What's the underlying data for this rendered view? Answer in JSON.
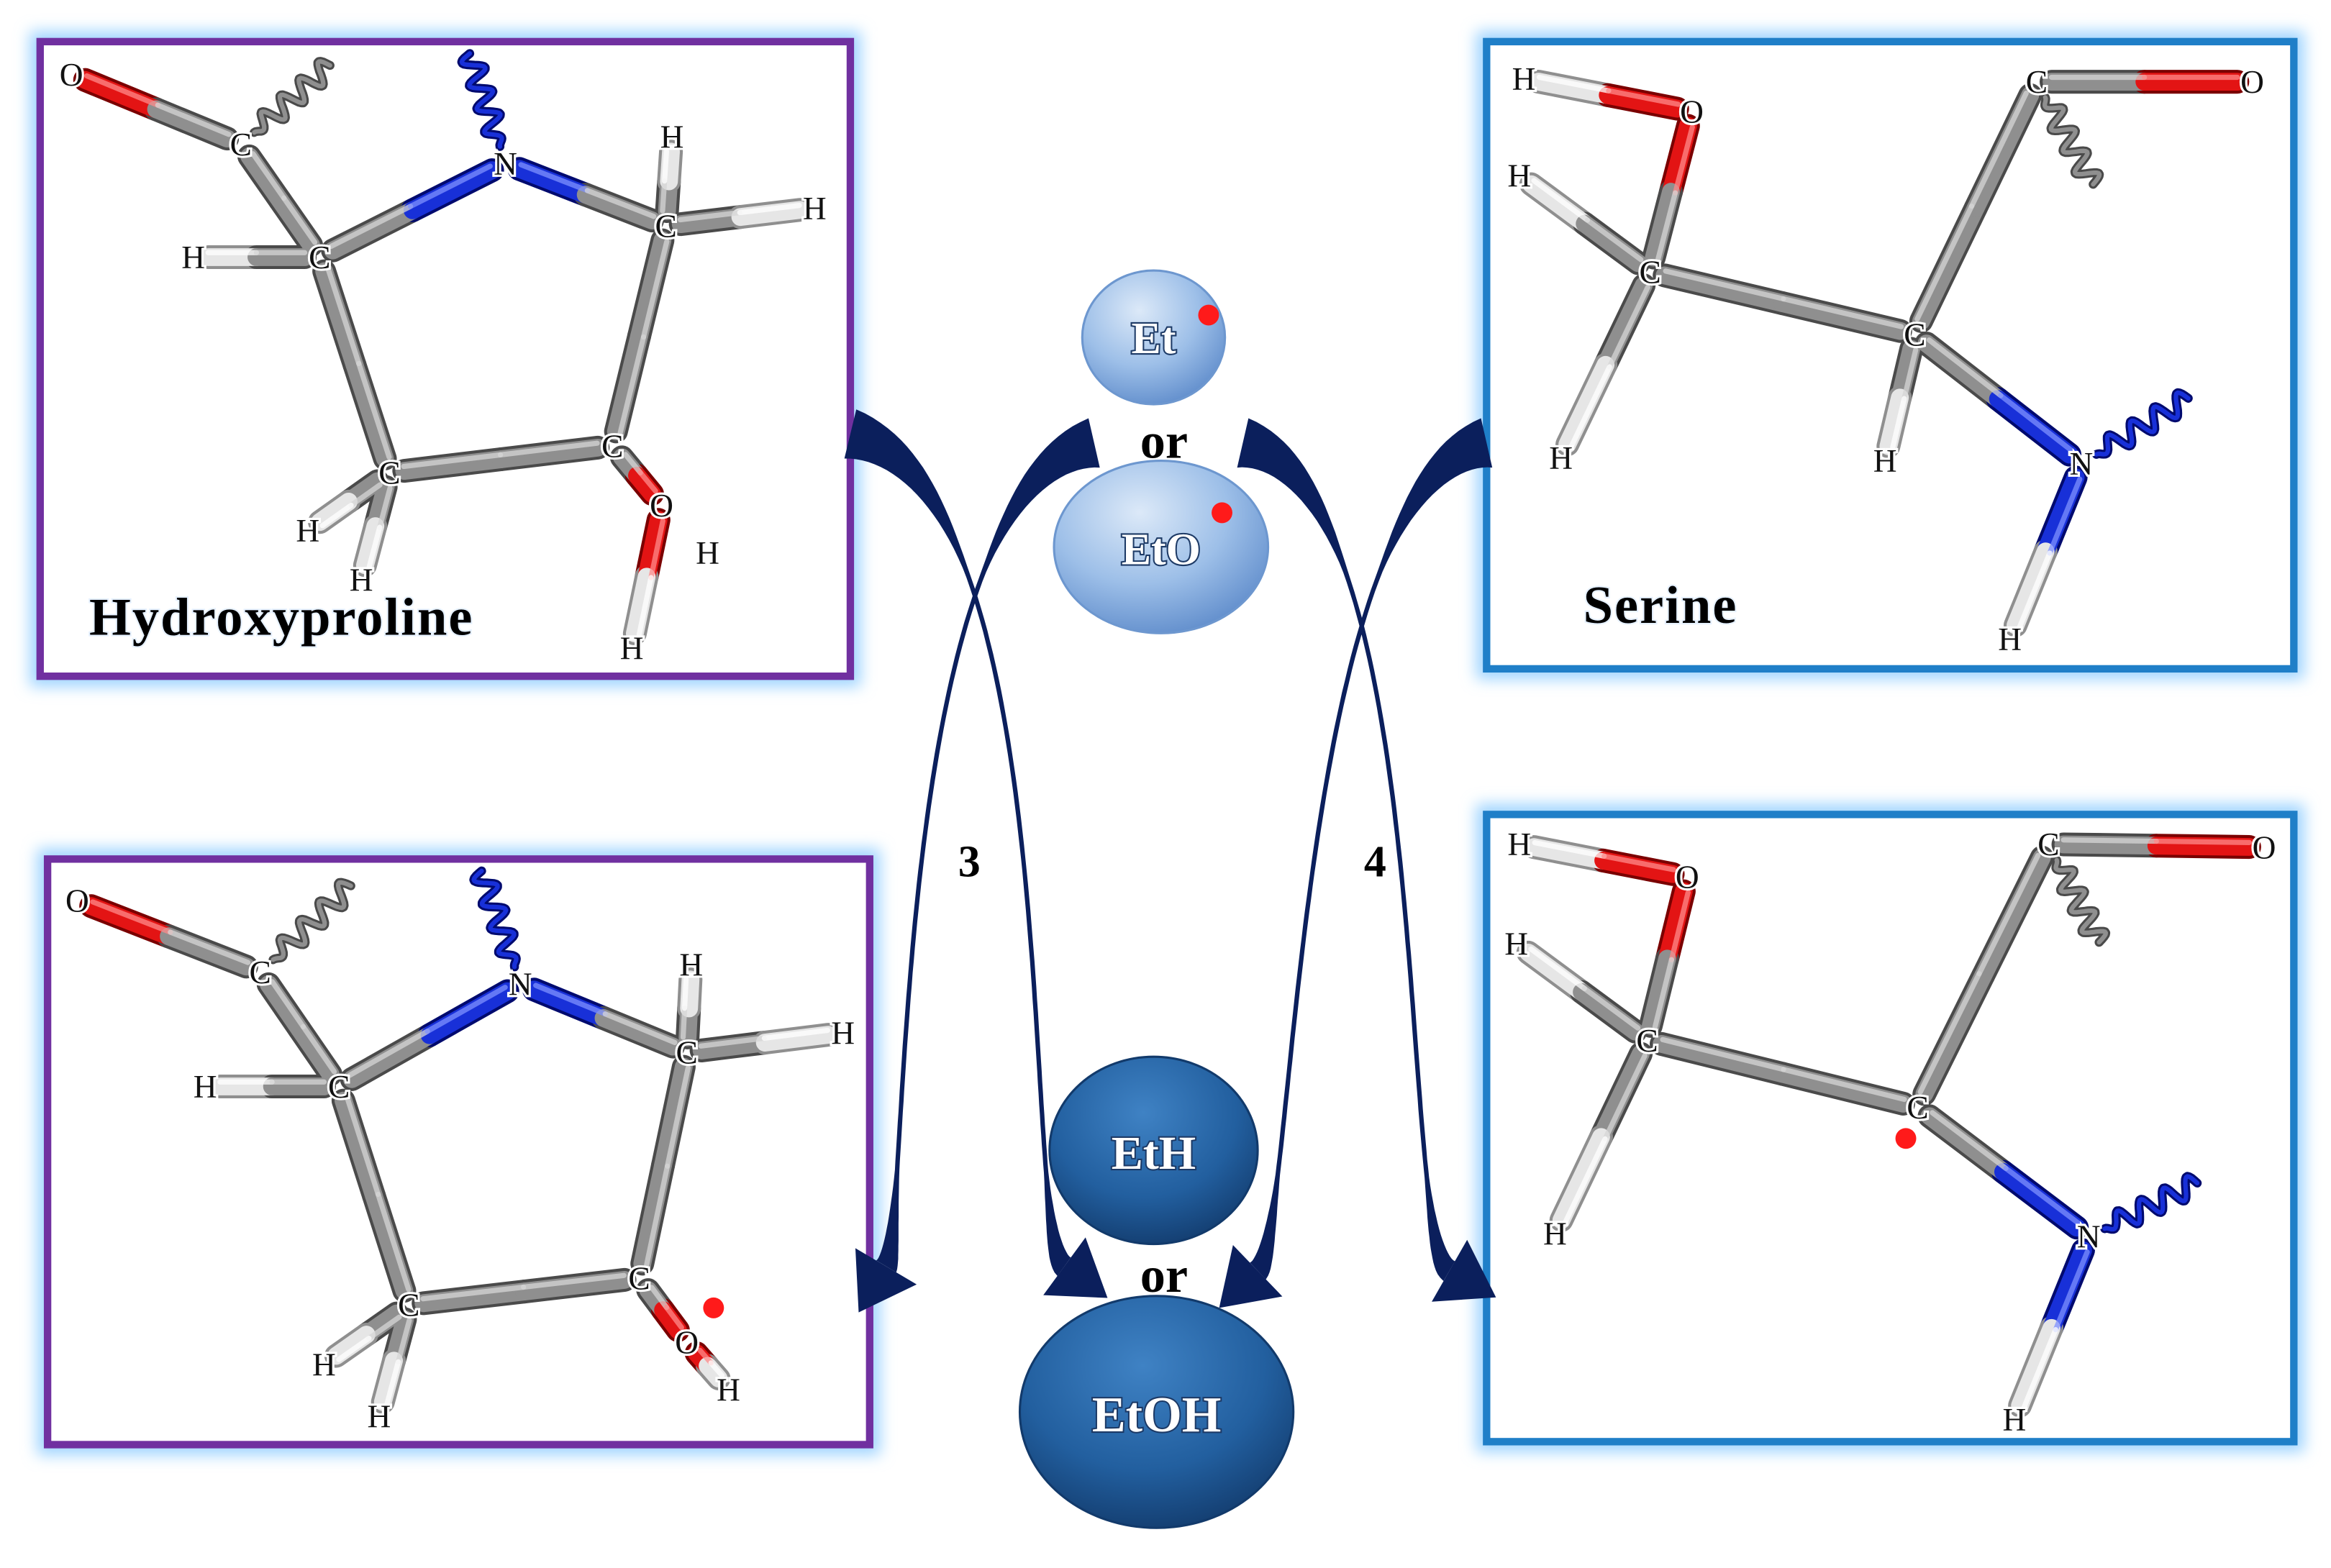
{
  "panels": [
    {
      "title": "Hydroxyproline",
      "border_color": "#7030a0",
      "atoms": [
        "O",
        "C",
        "N",
        "H",
        "H",
        "C",
        "H",
        "C",
        "C",
        "C",
        "O",
        "H",
        "H",
        "H",
        "H"
      ]
    },
    {
      "title": "Serine",
      "border_color": "#1f7fc8",
      "atoms": [
        "H",
        "O",
        "C",
        "O",
        "H",
        "C",
        "C",
        "H",
        "H",
        "N",
        "H"
      ]
    },
    {
      "border_color": "#7030a0",
      "atoms": [
        "O",
        "C",
        "N",
        "H",
        "H",
        "C",
        "H",
        "C",
        "C",
        "C",
        "O",
        "H",
        "H",
        "H"
      ]
    },
    {
      "border_color": "#1f7fc8",
      "atoms": [
        "H",
        "O",
        "C",
        "O",
        "H",
        "C",
        "C",
        "H",
        "N",
        "H"
      ]
    }
  ],
  "reactants": [
    {
      "label": "Et"
    },
    {
      "label": "EtO"
    }
  ],
  "reactants_connector": "or",
  "products": [
    {
      "label": "EtH"
    },
    {
      "label": "EtOH"
    }
  ],
  "products_connector": "or",
  "steps": {
    "left": "3",
    "right": "4"
  },
  "colors": {
    "carbon": "#8f8f8f",
    "oxygen": "#e31414",
    "nitrogen": "#1830d8",
    "hydrogen": "#e6e6e6",
    "radical_dot": "#ff1a1a",
    "arrow": "#0b1f5c",
    "panel_glow": "#9fd4ff"
  }
}
